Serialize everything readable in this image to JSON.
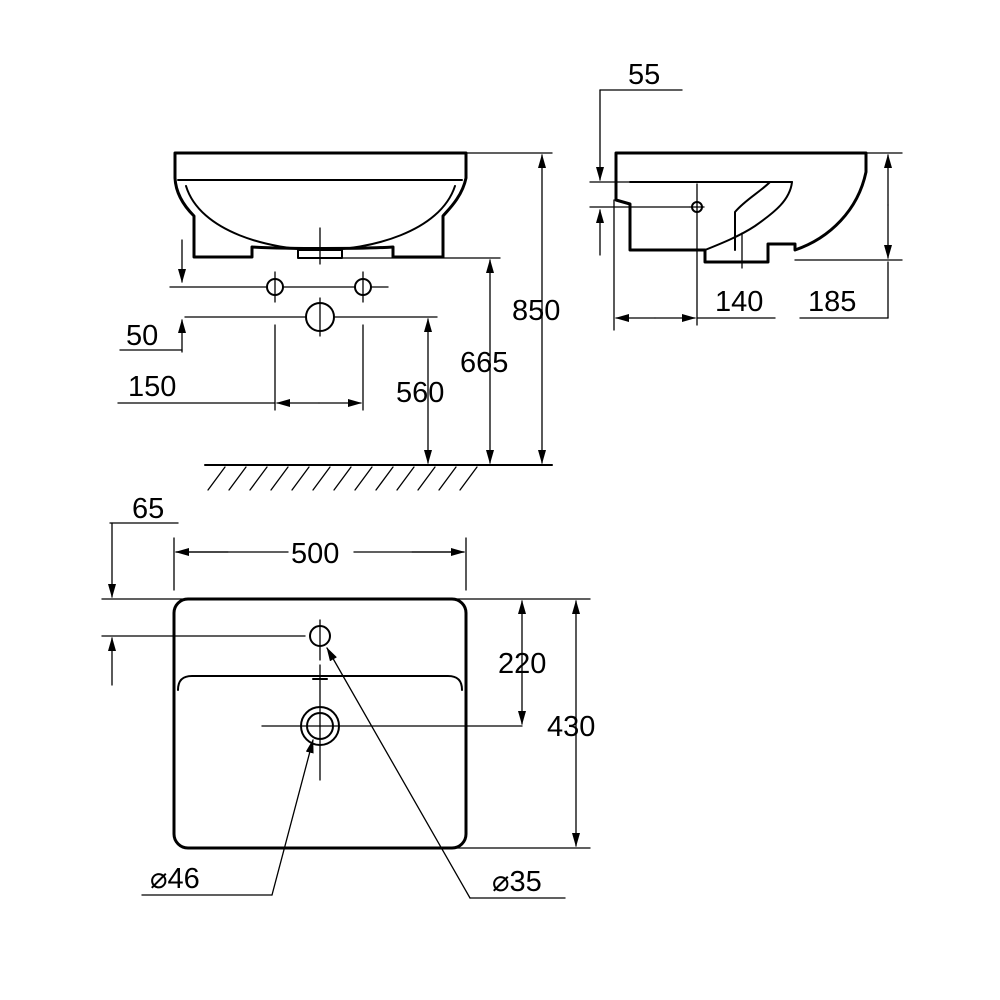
{
  "drawing": {
    "front_view": {
      "dims": {
        "d850": "850",
        "d665": "665",
        "d560": "560",
        "d50": "50",
        "d150": "150"
      }
    },
    "side_view": {
      "dims": {
        "d55": "55",
        "d140": "140",
        "d185": "185"
      }
    },
    "top_view": {
      "dims": {
        "d65": "65",
        "d500": "500",
        "d220": "220",
        "d430": "430",
        "dia46": "⌀46",
        "dia35": "⌀35"
      }
    }
  }
}
